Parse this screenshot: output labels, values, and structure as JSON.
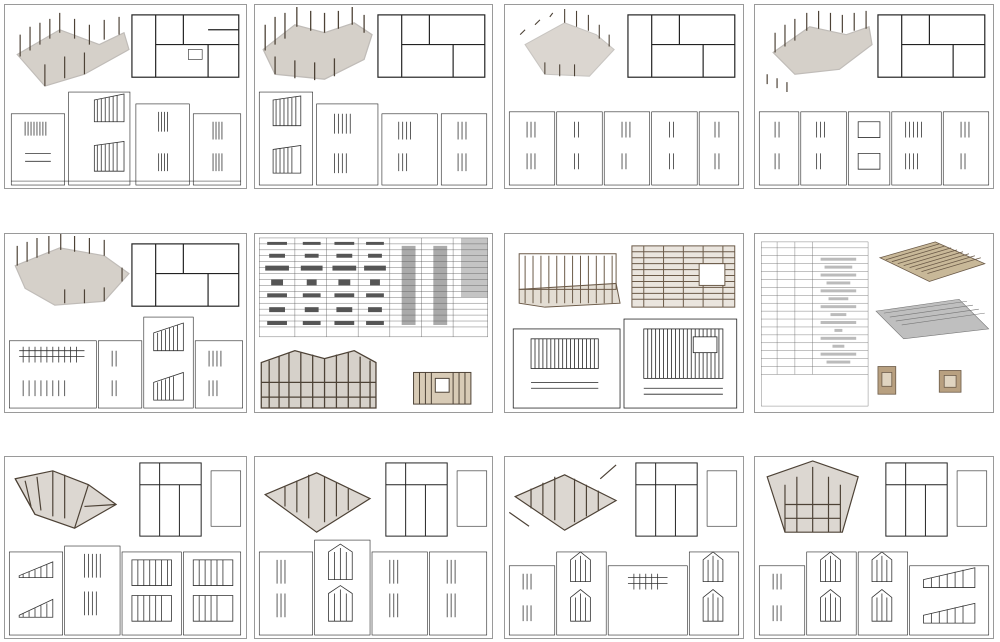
{
  "gallery": {
    "title": "",
    "sheets": [
      {
        "id": "sheet-1",
        "kind": "frame-3d-plan-walls"
      },
      {
        "id": "sheet-2",
        "kind": "frame-3d-plan-walls"
      },
      {
        "id": "sheet-3",
        "kind": "frame-3d-plan-walls"
      },
      {
        "id": "sheet-4",
        "kind": "frame-3d-plan-walls"
      },
      {
        "id": "sheet-5",
        "kind": "frame-3d-plan-walls"
      },
      {
        "id": "sheet-6",
        "kind": "cut-list-and-renders"
      },
      {
        "id": "sheet-7",
        "kind": "floor-joist-layout"
      },
      {
        "id": "sheet-8",
        "kind": "material-spec-and-details"
      },
      {
        "id": "sheet-9",
        "kind": "roof-truss-plan-walls"
      },
      {
        "id": "sheet-10",
        "kind": "roof-truss-plan-walls"
      },
      {
        "id": "sheet-11",
        "kind": "roof-truss-plan-walls"
      },
      {
        "id": "sheet-12",
        "kind": "roof-truss-plan-walls"
      }
    ]
  },
  "colors": {
    "wood": "#8a7a66",
    "wood_dark": "#4d4236",
    "line": "#222222",
    "sheet_border": "#9a9a9a"
  }
}
